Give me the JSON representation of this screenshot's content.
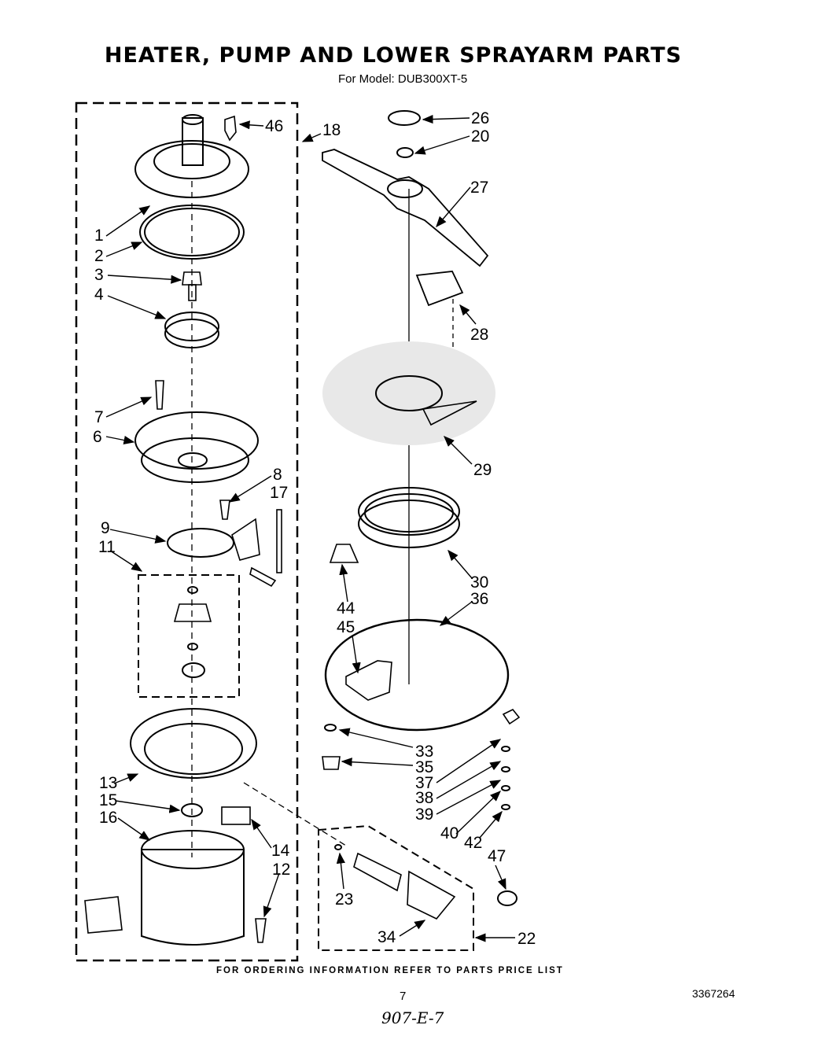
{
  "header": {
    "title": "HEATER, PUMP AND LOWER SPRAYARM PARTS",
    "subtitle": "For Model: DUB300XT-5"
  },
  "callouts": [
    "46",
    "18",
    "1",
    "2",
    "3",
    "4",
    "7",
    "6",
    "8",
    "17",
    "9",
    "11",
    "13",
    "15",
    "16",
    "14",
    "12",
    "26",
    "20",
    "27",
    "28",
    "29",
    "30",
    "36",
    "44",
    "45",
    "33",
    "35",
    "37",
    "38",
    "39",
    "40",
    "42",
    "47",
    "23",
    "34",
    "22"
  ],
  "footer": {
    "ordering_note": "FOR ORDERING INFORMATION REFER TO PARTS PRICE LIST",
    "page_number": "7",
    "document_number": "3367264",
    "handwritten_note": "907-E-7"
  }
}
